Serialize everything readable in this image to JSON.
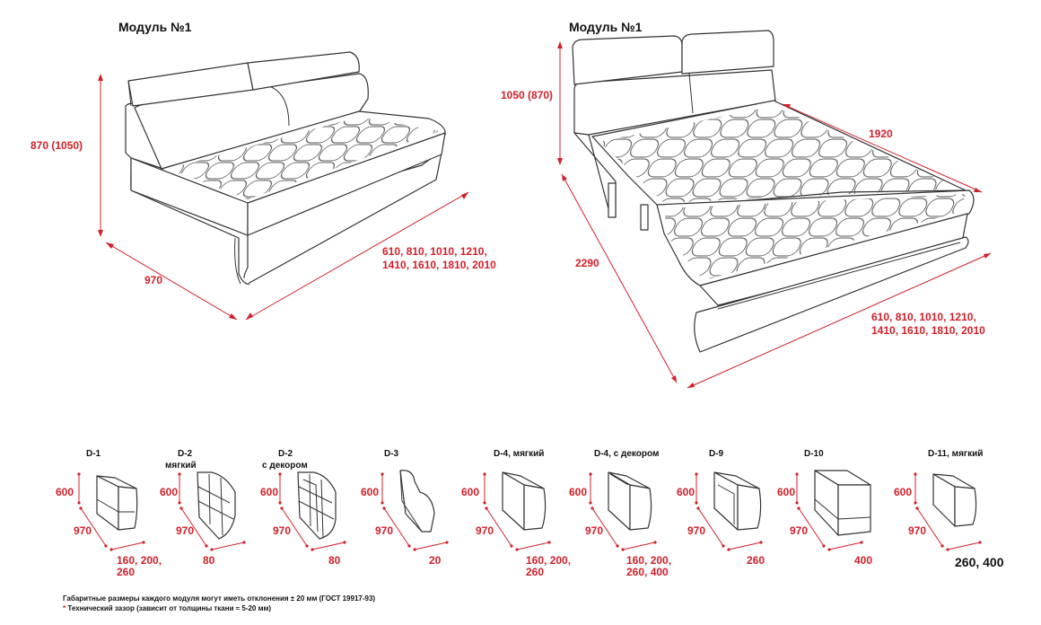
{
  "left_view": {
    "title": "Модуль №1",
    "height": "870 (1050)",
    "depth": "970",
    "widths_line1": "610, 810, 1010, 1210,",
    "widths_line2": "1410, 1610, 1810, 2010"
  },
  "right_view": {
    "title": "Модуль №1",
    "height": "1050 (870)",
    "depth_extended": "1920",
    "length": "2290",
    "widths_line1": "610, 810, 1010, 1210,",
    "widths_line2": "1410, 1610, 1810, 2010"
  },
  "modules": [
    {
      "name": "D-1",
      "name2": "",
      "height": "600",
      "depth": "970",
      "width_lines": [
        "160, 200,",
        "260"
      ]
    },
    {
      "name": "D-2",
      "name2": "мягкий",
      "height": "600",
      "depth": "970",
      "width_lines": [
        "80"
      ]
    },
    {
      "name": "D-2",
      "name2": "с декором",
      "height": "600",
      "depth": "970",
      "width_lines": [
        "80"
      ]
    },
    {
      "name": "D-3",
      "name2": "",
      "height": "600",
      "depth": "970",
      "width_lines": [
        "20"
      ]
    },
    {
      "name": "D-4, мягкий",
      "name2": "",
      "height": "600",
      "depth": "970",
      "width_lines": [
        "160, 200,",
        "260"
      ]
    },
    {
      "name": "D-4, с декором",
      "name2": "",
      "height": "600",
      "depth": "970",
      "width_lines": [
        "160, 200,",
        "260, 400"
      ]
    },
    {
      "name": "D-9",
      "name2": "",
      "height": "600",
      "depth": "970",
      "width_lines": [
        "260"
      ]
    },
    {
      "name": "D-10",
      "name2": "",
      "height": "600",
      "depth": "970",
      "width_lines": [
        "400"
      ]
    },
    {
      "name": "D-11, мягкий",
      "name2": "",
      "height": "600",
      "depth": "970",
      "width_lines": [
        "260, 400"
      ]
    }
  ],
  "footnotes": {
    "line1": "Габаритные размеры каждого модуля могут иметь отклонения ± 20 мм (ГОСТ 19917-93)",
    "asterisk": "*",
    "line2": "Технический зазор (зависит от толщины ткани ≈ 5-20 мм)"
  },
  "colors": {
    "dimension": "#d0202a",
    "outline": "#333333"
  }
}
